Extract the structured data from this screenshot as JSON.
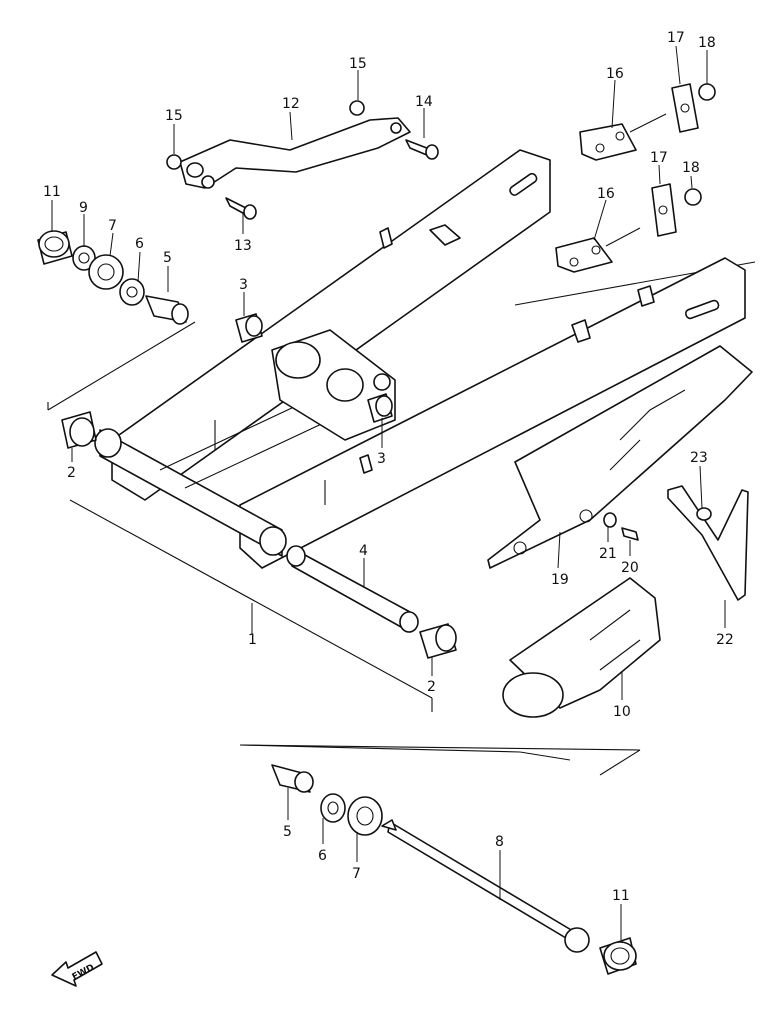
{
  "diagram": {
    "callouts": [
      "1",
      "2",
      "2",
      "3",
      "3",
      "4",
      "5",
      "5",
      "6",
      "6",
      "7",
      "7",
      "8",
      "9",
      "10",
      "11",
      "11",
      "12",
      "13",
      "14",
      "15",
      "15",
      "16",
      "16",
      "17",
      "17",
      "18",
      "18",
      "19",
      "20",
      "21",
      "22",
      "23"
    ],
    "fwd_label": "FWD"
  }
}
